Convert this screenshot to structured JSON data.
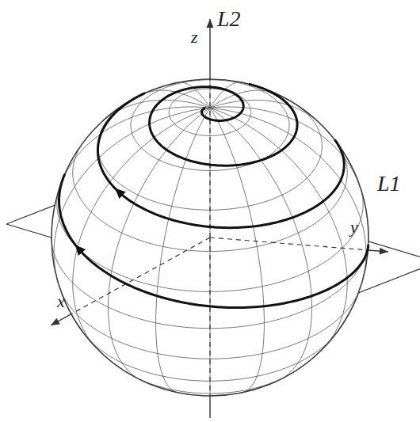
{
  "diagram": {
    "labels": [
      "z",
      "L2",
      "L1",
      "y",
      "x"
    ]
  }
}
